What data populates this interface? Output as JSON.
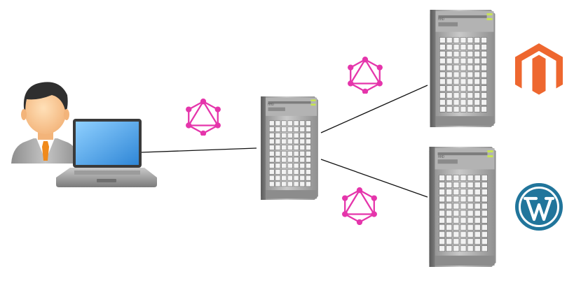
{
  "nodes": {
    "user": {
      "icon": "user-icon"
    },
    "laptop": {
      "icon": "laptop-icon"
    },
    "gateway_server": {
      "icon": "server-icon",
      "tag": "HHD"
    },
    "server_top": {
      "icon": "server-icon",
      "tag": "HHD"
    },
    "server_bottom": {
      "icon": "server-icon",
      "tag": "HHD"
    },
    "magento_logo": {
      "icon": "magento-logo-icon",
      "color": "#EE672F"
    },
    "wordpress_logo": {
      "icon": "wordpress-logo-icon",
      "color": "#21759B"
    }
  },
  "connections": [
    {
      "from": "laptop",
      "to": "gateway_server",
      "label_icon": "graphql-icon"
    },
    {
      "from": "gateway_server",
      "to": "server_top",
      "label_icon": "graphql-icon"
    },
    {
      "from": "gateway_server",
      "to": "server_bottom",
      "label_icon": "graphql-icon"
    }
  ],
  "colors": {
    "graphql": "#E535AB",
    "connector": "#111111",
    "server_body": "#9a9a9a",
    "server_led": "#c8e650",
    "laptop_screen": "#5aa7e6",
    "tie": "#f08a1c"
  }
}
